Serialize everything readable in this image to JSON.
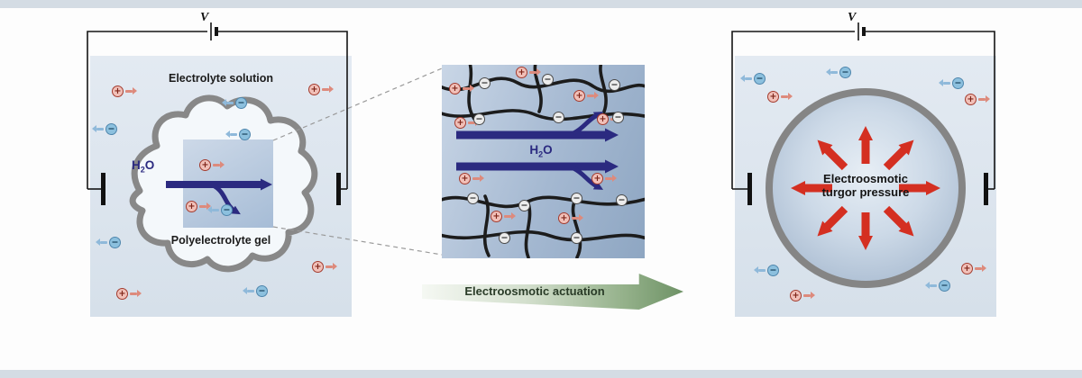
{
  "ions": {
    "cation": "+",
    "anion": "−"
  },
  "left_panel": {
    "voltage_label": "V",
    "solution_label": "Electrolyte solution",
    "gel_label": "Polyelectrolyte gel",
    "water": {
      "main": "H",
      "sub": "2",
      "tail": "O"
    }
  },
  "middle_panel": {
    "water": {
      "main": "H",
      "sub": "2",
      "tail": "O"
    },
    "actuation_label": "Electroosmotic actuation"
  },
  "right_panel": {
    "voltage_label": "V",
    "pressure_label": "Electroosmotic turgor pressure"
  },
  "colors": {
    "water_arrow": "#2b2a80",
    "turgor_arrow": "#d42f21",
    "gel_outline": "#858585",
    "cation_border": "#a33b2e",
    "anion_border": "#4f86ad",
    "actuation_green": "#6e9266",
    "panel_background": "#dce4ee"
  }
}
